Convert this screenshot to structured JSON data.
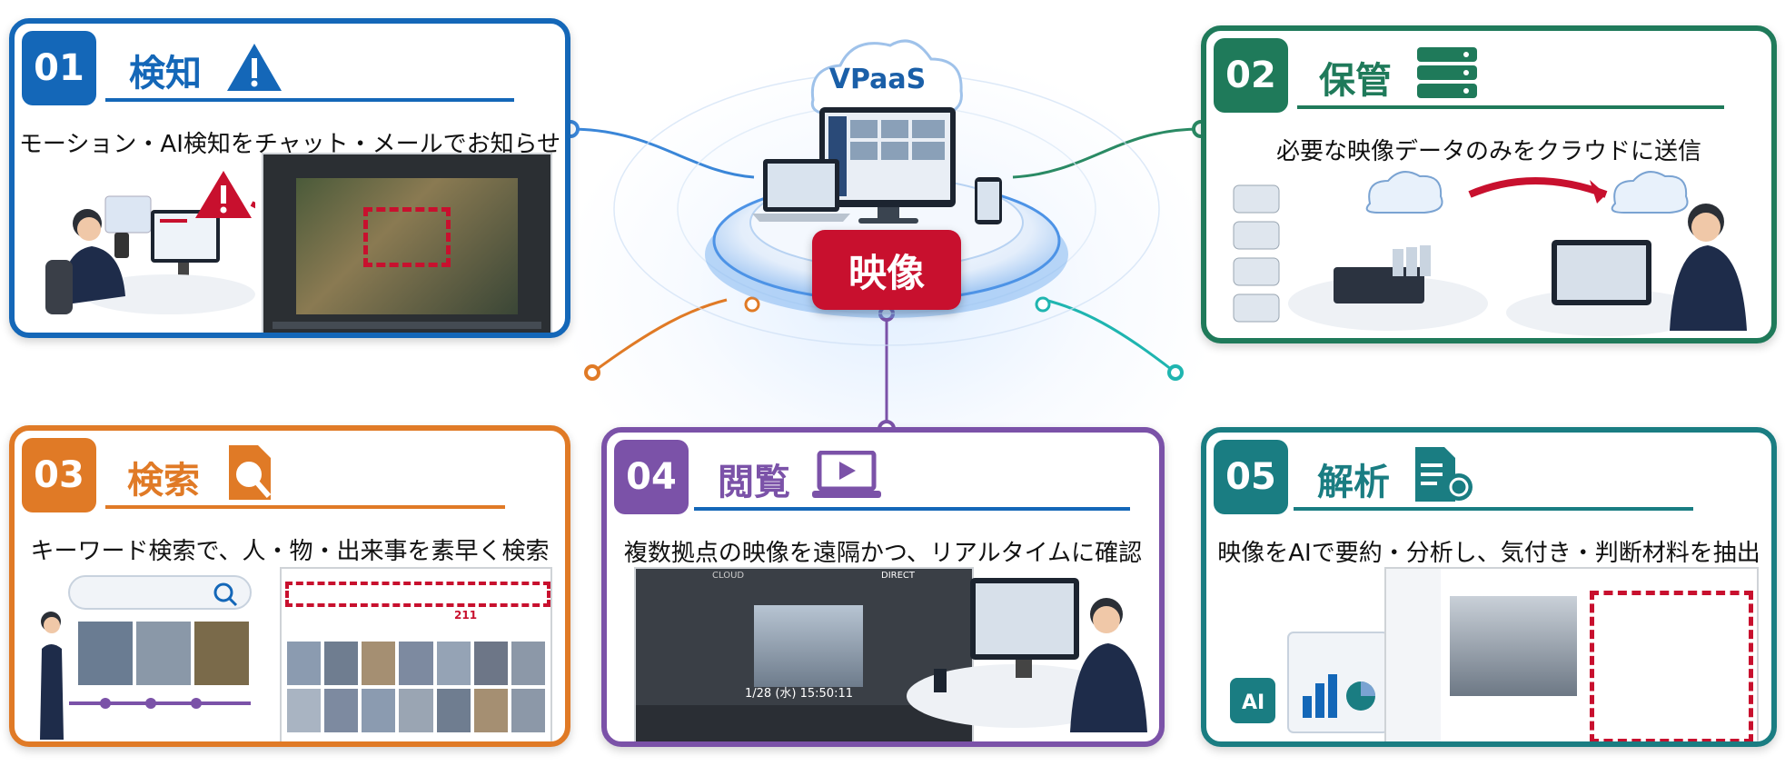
{
  "center": {
    "label": "映像",
    "cloud_label": "VPaaS"
  },
  "colors": {
    "blue": "#1467b8",
    "green": "#1f7a5a",
    "orange": "#e07a26",
    "purple": "#7b52a8",
    "teal": "#1a7d82",
    "red": "#c8102e"
  },
  "cards": [
    {
      "num": "01",
      "title": "検知",
      "desc": "モーション・AI検知をチャット・メールでお知らせ",
      "icon": "warning-icon"
    },
    {
      "num": "02",
      "title": "保管",
      "desc": "必要な映像データのみをクラウドに送信",
      "icon": "server-icon"
    },
    {
      "num": "03",
      "title": "検索",
      "desc": "キーワード検索で、人・物・出来事を素早く検索",
      "icon": "document-search-icon"
    },
    {
      "num": "04",
      "title": "閲覧",
      "desc": "複数拠点の映像を遠隔かつ、リアルタイムに確認",
      "icon": "laptop-video-icon"
    },
    {
      "num": "05",
      "title": "解析",
      "desc": "映像をAIで要約・分析し、気付き・判断材料を抽出",
      "icon": "document-ai-icon"
    }
  ],
  "screens": {
    "browse_time": "1/28 (水) 15:50:11",
    "search_count": "211",
    "tab_cloud": "CLOUD",
    "tab_direct": "DIRECT",
    "ai_badge": "AI"
  }
}
